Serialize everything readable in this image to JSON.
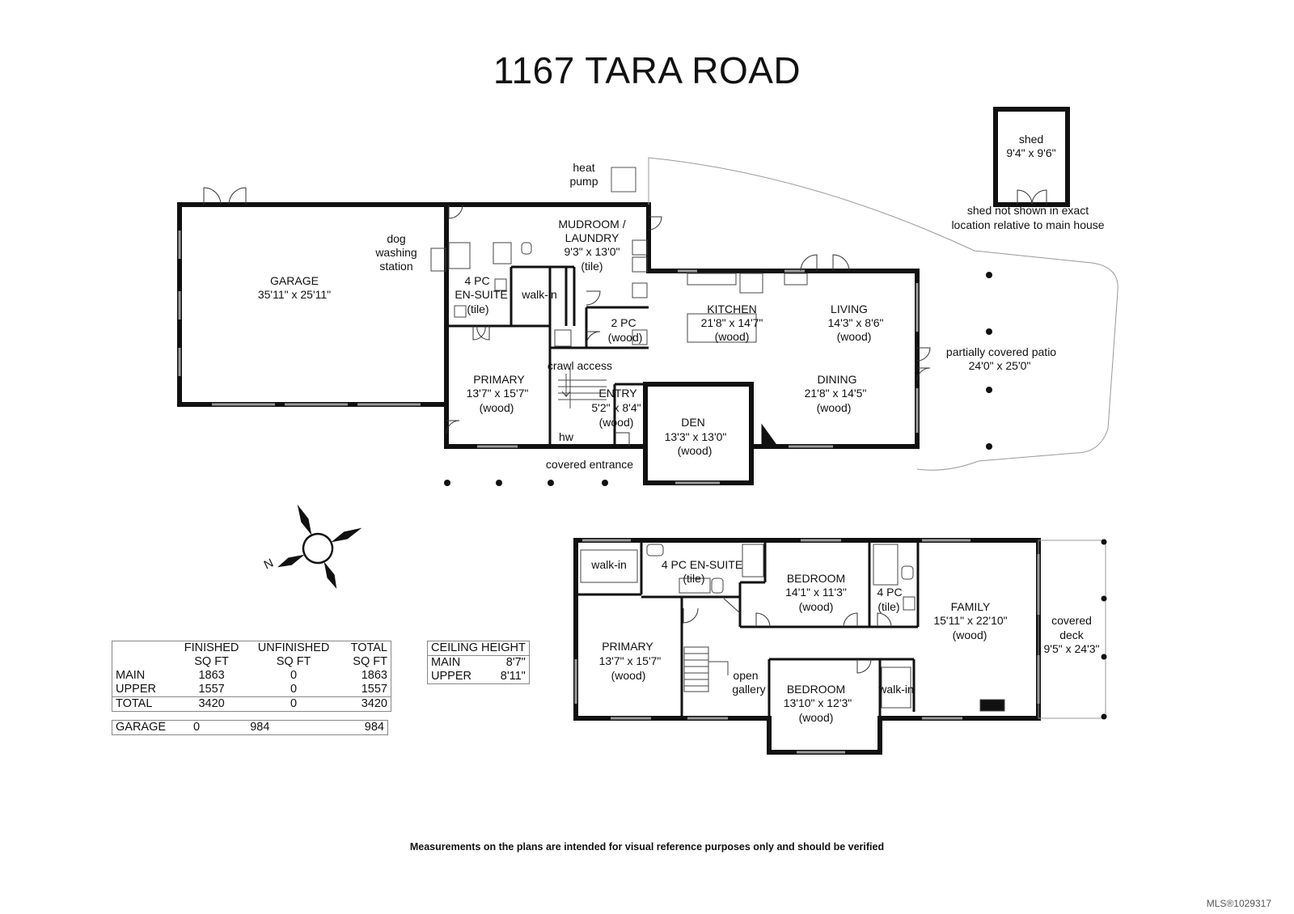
{
  "title": "1167 TARA ROAD",
  "main_floor": {
    "garage": {
      "name": "GARAGE",
      "dims": "35'11\" x 25'11\""
    },
    "dog_wash": [
      "dog",
      "washing",
      "station"
    ],
    "heat_pump": [
      "heat",
      "pump"
    ],
    "mudroom": {
      "name1": "MUDROOM /",
      "name2": "LAUNDRY",
      "dims": "9'3\" x 13'0\"",
      "floor": "(tile)"
    },
    "ensuite": {
      "name1": "4 PC",
      "name2": "EN-SUITE",
      "floor": "(tile)"
    },
    "walkin": "walk-in",
    "twopc": {
      "name": "2 PC",
      "floor": "(wood)"
    },
    "kitchen": {
      "name": "KITCHEN",
      "dims": "21'8\" x 14'7\"",
      "floor": "(wood)"
    },
    "living": {
      "name": "LIVING",
      "dims": "14'3\" x 8'6\"",
      "floor": "(wood)"
    },
    "crawl": "crawl access",
    "primary": {
      "name": "PRIMARY",
      "dims": "13'7\" x 15'7\"",
      "floor": "(wood)"
    },
    "entry": {
      "name": "ENTRY",
      "dims": "5'2\" x 8'4\"",
      "floor": "(wood)"
    },
    "hw": "hw",
    "den": {
      "name": "DEN",
      "dims": "13'3\" x 13'0\"",
      "floor": "(wood)"
    },
    "dining": {
      "name": "DINING",
      "dims": "21'8\" x 14'5\"",
      "floor": "(wood)"
    },
    "covered_entrance": "covered entrance",
    "patio": {
      "name": "partially covered patio",
      "dims": "24'0\" x 25'0\""
    },
    "shed": {
      "name": "shed",
      "dims": "9'4\" x 9'6\""
    },
    "shed_note": [
      "shed not shown in exact",
      "location relative to main house"
    ]
  },
  "upper_floor": {
    "walkin1": "walk-in",
    "ensuite": {
      "name": "4 PC EN-SUITE",
      "floor": "(tile)"
    },
    "bedroom1": {
      "name": "BEDROOM",
      "dims": "14'1\" x 11'3\"",
      "floor": "(wood)"
    },
    "fourpc": {
      "name": "4 PC",
      "floor": "(tile)"
    },
    "family": {
      "name": "FAMILY",
      "dims": "15'11\" x 22'10\"",
      "floor": "(wood)"
    },
    "deck": {
      "name1": "covered",
      "name2": "deck",
      "dims": "9'5\" x 24'3\""
    },
    "primary": {
      "name": "PRIMARY",
      "dims": "13'7\" x 15'7\"",
      "floor": "(wood)"
    },
    "gallery": [
      "open",
      "gallery"
    ],
    "bedroom2": {
      "name": "BEDROOM",
      "dims": "13'10\" x 12'3\"",
      "floor": "(wood)"
    },
    "walkin2": "walk-in"
  },
  "compass_letter": "N",
  "area_table": {
    "headers": [
      [
        "",
        "FINISHED",
        "UNFINISHED",
        "TOTAL"
      ],
      [
        "",
        "SQ FT",
        "SQ FT",
        "SQ FT"
      ]
    ],
    "rows": [
      [
        "MAIN",
        "1863",
        "0",
        "1863"
      ],
      [
        "UPPER",
        "1557",
        "0",
        "1557"
      ],
      [
        "TOTAL",
        "3420",
        "0",
        "3420"
      ]
    ],
    "garage_row": [
      "GARAGE",
      "0",
      "984",
      "984"
    ]
  },
  "ceiling_table": {
    "header": "CEILING HEIGHT",
    "rows": [
      [
        "MAIN",
        "8'7\""
      ],
      [
        "UPPER",
        "8'11\""
      ]
    ]
  },
  "disclaimer": "Measurements on the plans are intended for visual reference purposes only and should be verified",
  "mls": "MLS®1029317"
}
